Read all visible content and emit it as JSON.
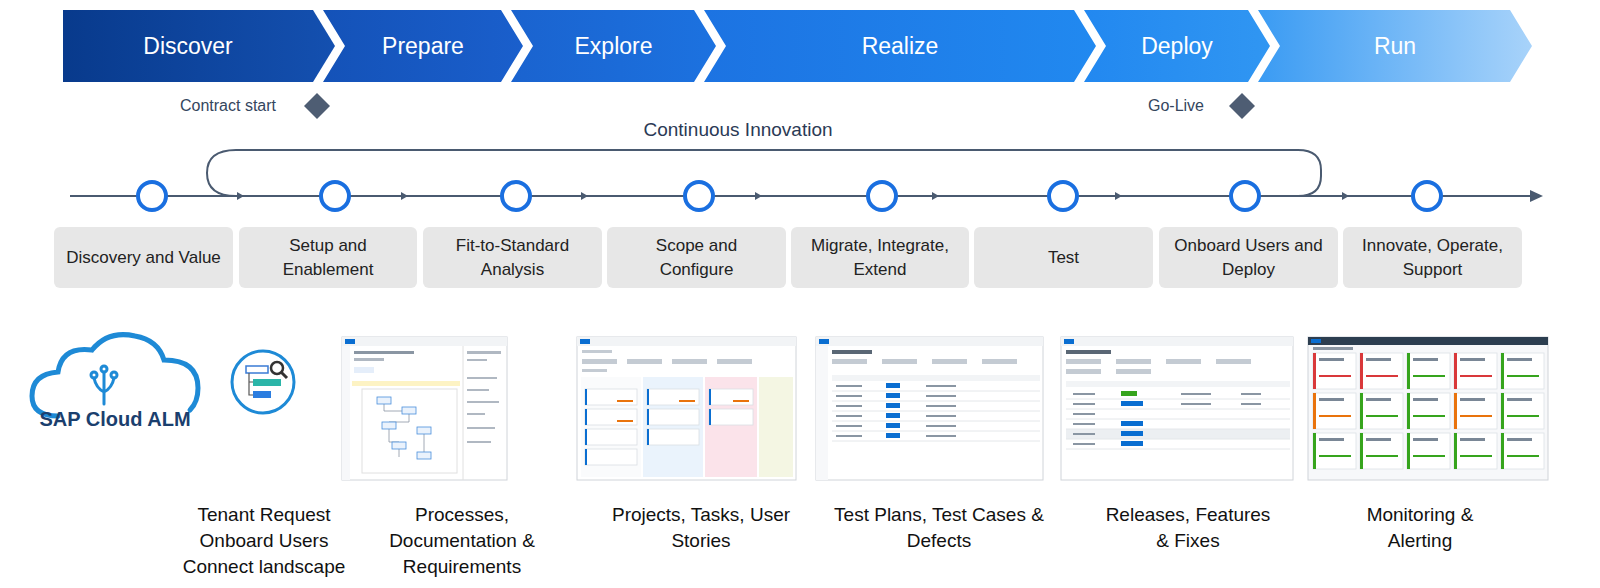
{
  "diagram": {
    "nodes": [
      {
        "text": [
          "Discover"
        ]
      },
      {
        "text": [
          "Prepare"
        ]
      },
      {
        "text": [
          "Explore"
        ]
      },
      {
        "text": [
          "Realize"
        ]
      },
      {
        "text": [
          "Deploy"
        ]
      },
      {
        "text": [
          "Run"
        ]
      },
      {
        "text": [
          "Contract start"
        ]
      },
      {
        "text": [
          "Go-Live"
        ]
      },
      {
        "text": [
          "Discovery and Value"
        ]
      },
      {
        "text": [
          "Setup and Enablement"
        ]
      },
      {
        "text": [
          "Fit-to-Standard Analysis"
        ]
      },
      {
        "text": [
          "Scope and Configure"
        ]
      },
      {
        "text": [
          "Migrate, Integrate, Extend"
        ]
      },
      {
        "text": [
          "Test"
        ]
      },
      {
        "text": [
          "Onboard Users and Deploy"
        ]
      },
      {
        "text": [
          "Innovate, Operate, Support"
        ]
      }
    ],
    "labels": [
      "Continuous Innovation",
      "SAP Cloud ALM",
      "Tenant Request",
      "Onboard Users",
      "Connect landscape",
      "Processes, Documentation & Requirements",
      "Projects, Tasks, User Stories",
      "Test Plans, Test Cases & Defects",
      "Releases, Features & Fixes",
      "Monitoring & Alerting"
    ]
  }
}
